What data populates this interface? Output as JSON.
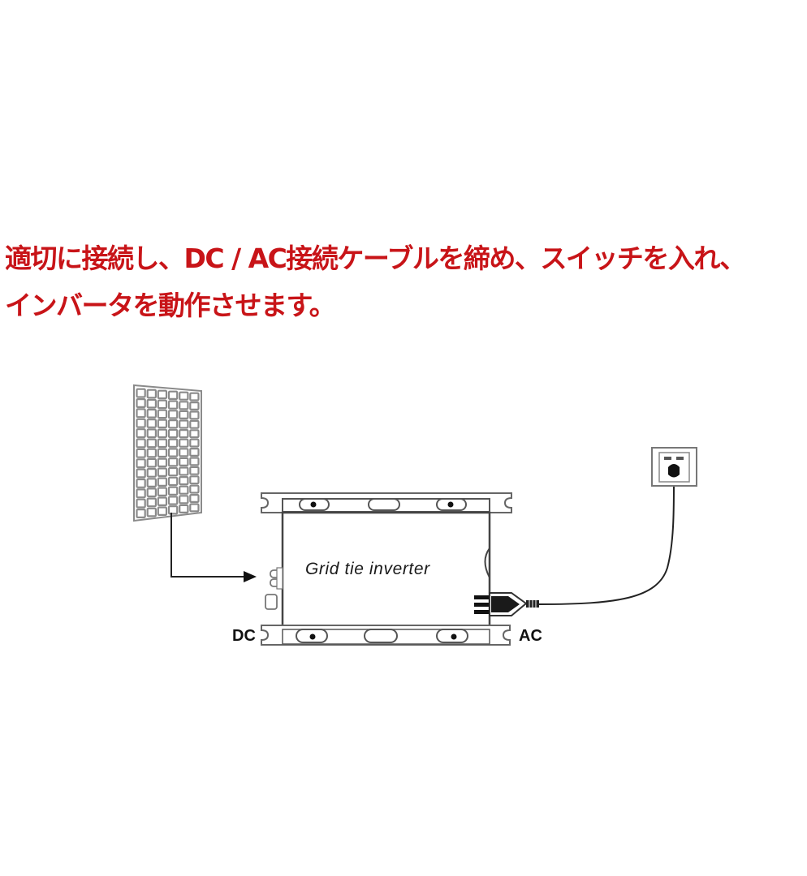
{
  "caption": {
    "line1": "適切に接続し、DC / AC接続ケーブルを締め、スイッチを入れ、",
    "line2": "インバータを動作させます。",
    "color": "#c81418"
  },
  "diagram": {
    "inverter_label": "Grid tie inverter",
    "dc_label": "DC",
    "ac_label": "AC",
    "components": [
      {
        "name": "solar-panel",
        "icon": "solar-panel-icon"
      },
      {
        "name": "grid-tie-inverter",
        "icon": "inverter-icon"
      },
      {
        "name": "wall-socket",
        "icon": "wall-outlet-icon"
      },
      {
        "name": "ac-plug",
        "icon": "plug-icon"
      }
    ],
    "line_color": "#222222",
    "panel_color": "#8a8a8a"
  }
}
